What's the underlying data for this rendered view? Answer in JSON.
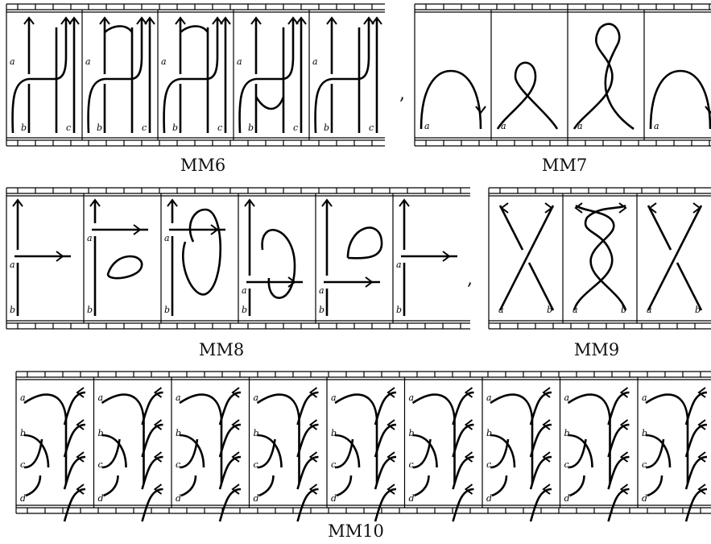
{
  "figure": {
    "stroke_color": "#000000",
    "background": "#ffffff",
    "captions": {
      "mm6": "MM6",
      "mm7": "MM7",
      "mm8": "MM8",
      "mm9": "MM9",
      "mm10": "MM10"
    },
    "separator": ",",
    "movies": [
      {
        "id": "MM6",
        "frame_count": 5,
        "strand_labels": [
          "a",
          "b",
          "c"
        ],
        "frame_labels": [
          [
            "a",
            "b",
            "c"
          ],
          [
            "a",
            "b",
            "c"
          ],
          [
            "a",
            "b",
            "c"
          ],
          [
            "a",
            "b",
            "c"
          ],
          [
            "a",
            "b",
            "c"
          ]
        ]
      },
      {
        "id": "MM7",
        "frame_count": 4,
        "strand_labels": [
          "a"
        ],
        "frame_labels": [
          [
            "a"
          ],
          [
            "a"
          ],
          [
            "a"
          ],
          [
            "a"
          ]
        ]
      },
      {
        "id": "MM8",
        "frame_count": 6,
        "strand_labels": [
          "a",
          "b"
        ],
        "frame_labels": [
          [
            "a",
            "b"
          ],
          [
            "a",
            "b"
          ],
          [
            "a",
            "b"
          ],
          [
            "a",
            "b"
          ],
          [
            "a",
            "b"
          ],
          [
            "a",
            "b"
          ]
        ]
      },
      {
        "id": "MM9",
        "frame_count": 3,
        "strand_labels": [
          "a",
          "b"
        ],
        "frame_labels": [
          [
            "a",
            "b"
          ],
          [
            "a",
            "b"
          ],
          [
            "a",
            "b"
          ]
        ]
      },
      {
        "id": "MM10",
        "frame_count": 9,
        "strand_labels": [
          "a",
          "b",
          "c",
          "d"
        ],
        "frame_labels": [
          [
            "a",
            "b",
            "c",
            "d"
          ],
          [
            "a",
            "b",
            "c",
            "d"
          ],
          [
            "a",
            "b",
            "c",
            "d"
          ],
          [
            "a",
            "b",
            "c",
            "d"
          ],
          [
            "a",
            "b",
            "c",
            "d"
          ],
          [
            "a",
            "b",
            "c",
            "d"
          ],
          [
            "a",
            "b",
            "c",
            "d"
          ],
          [
            "a",
            "b",
            "c",
            "d"
          ],
          [
            "a",
            "b",
            "c",
            "d"
          ]
        ]
      }
    ]
  }
}
